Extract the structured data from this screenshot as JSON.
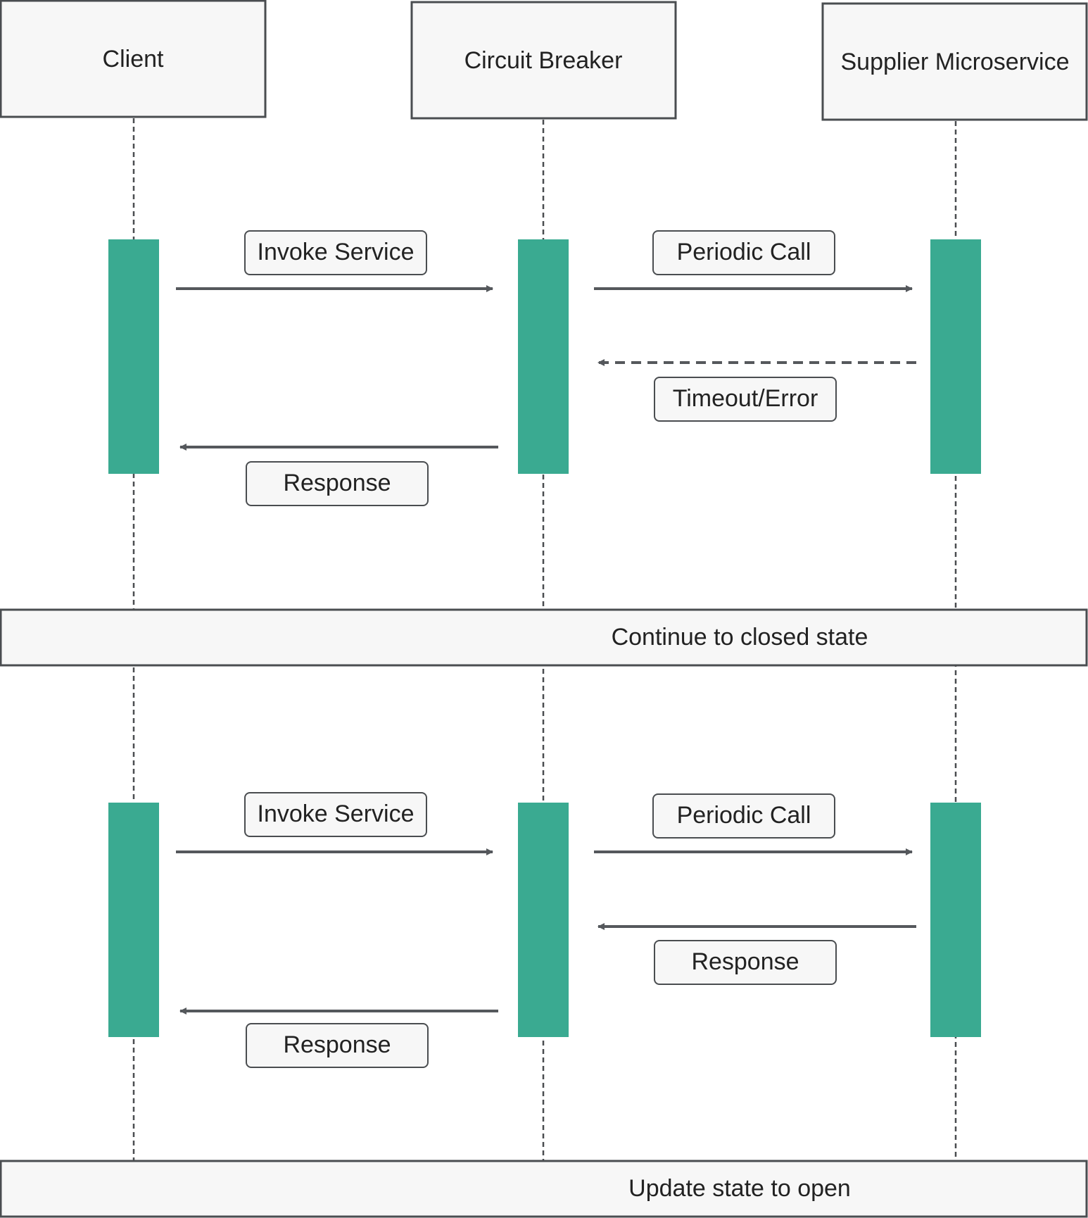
{
  "participants": {
    "client": "Client",
    "breaker": "Circuit Breaker",
    "supplier": "Supplier Microservice"
  },
  "phase1": {
    "invoke": "Invoke Service",
    "periodic": "Periodic Call",
    "timeout": "Timeout/Error",
    "response": "Response"
  },
  "divider1": "Continue to closed state",
  "phase2": {
    "invoke": "Invoke Service",
    "periodic": "Periodic Call",
    "supplier_response": "Response",
    "response": "Response"
  },
  "divider2": "Update state to open",
  "colors": {
    "activation": "#3aaa91",
    "border": "#4a4d50",
    "box_fill": "#f7f7f7",
    "arrow": "#55585c",
    "text": "#222222"
  }
}
